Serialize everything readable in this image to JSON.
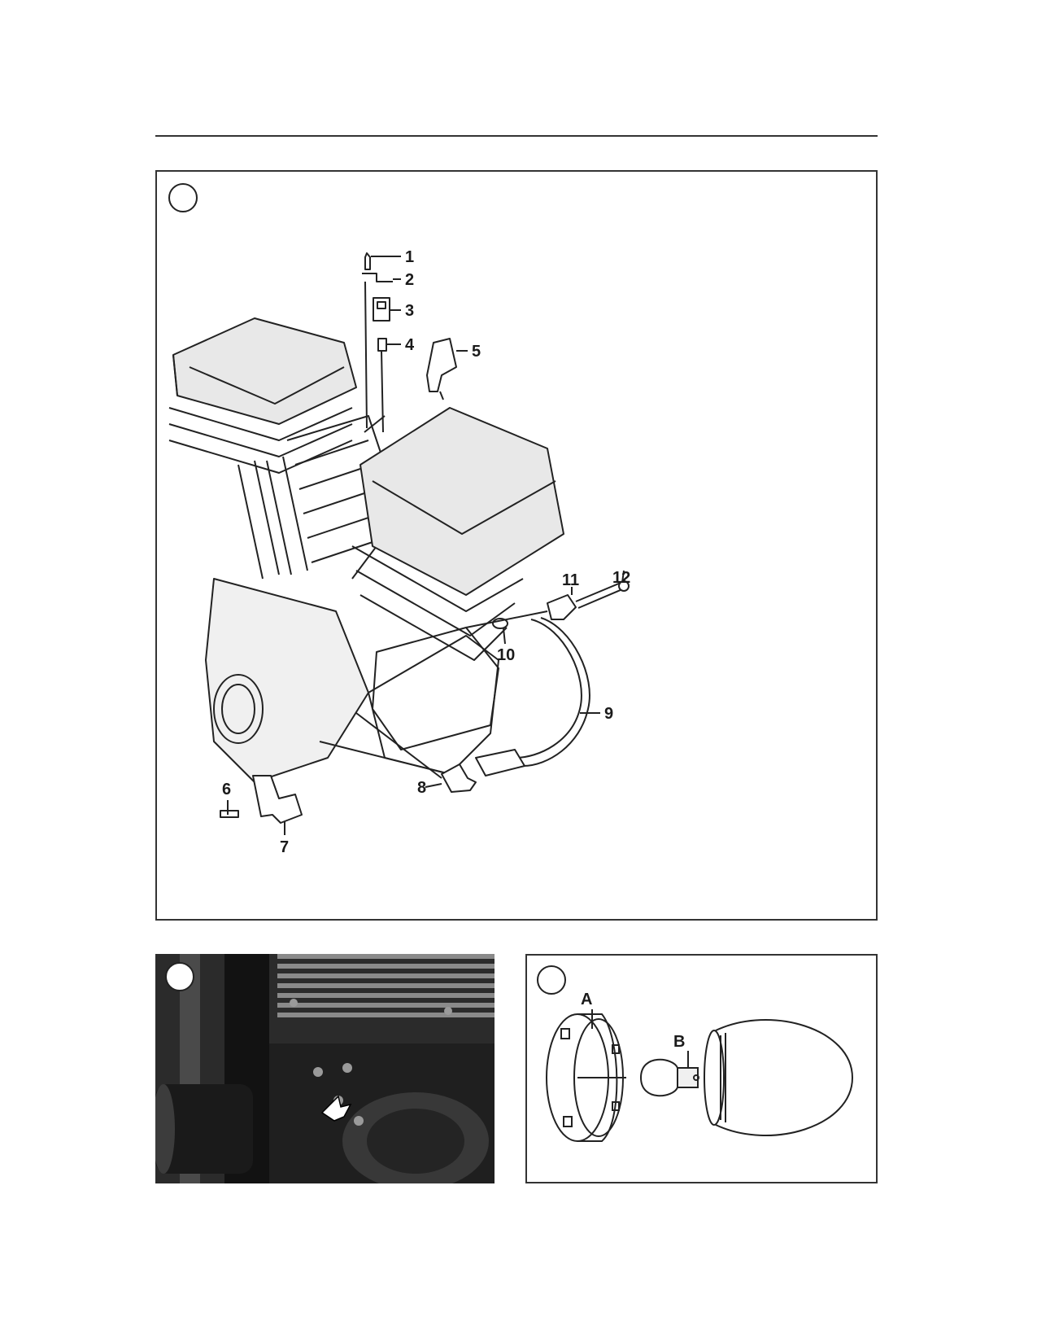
{
  "figure_main": {
    "callouts": [
      "1",
      "2",
      "3",
      "4",
      "5",
      "6",
      "7",
      "8",
      "9",
      "10",
      "11",
      "12"
    ]
  },
  "figure_bulb": {
    "callouts": [
      "A",
      "B"
    ]
  },
  "colors": {
    "line": "#222222",
    "photo_dark": "#2b2b2b",
    "photo_mid": "#6d6d6d"
  }
}
